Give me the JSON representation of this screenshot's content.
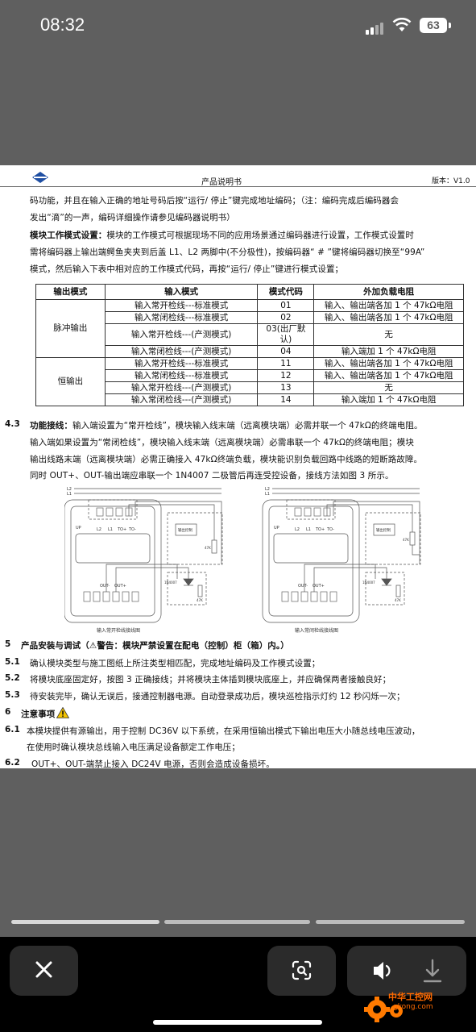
{
  "status_bar": {
    "time": "08:32",
    "battery": "63"
  },
  "doc": {
    "header_title": "产品说明书",
    "header_version": "版本：V1.0",
    "lines": [
      "码功能，并且在输入正确的地址号码后按“运行/ 停止”键完成地址编码；（注：编码完成后编码器会",
      "发出“滴”的一声，编码详细操作请参见编码器说明书）",
      "的工作模式可根据现场不同的应用场景通过编码器进行设置，工作模式设置时",
      "需将编码器上输出端鳄鱼夹夹到后盖 L1、L2 两脚中(不分极性)，按编码器“ # ”键将编码器切换至“99A”",
      "模式，然后输入下表中相对应的工作模式代码，再按“运行/ 停止”键进行模式设置；"
    ],
    "mode_heading": "模块工作模式设置：",
    "mode_lead": "模块",
    "table": {
      "headers": [
        "输出模式",
        "输入模式",
        "模式代码",
        "外加负载电阻"
      ],
      "groups": [
        {
          "output": "脉冲输出",
          "rows": [
            {
              "input": "输入常开检线---标准模式",
              "code": "01",
              "resistor": "输入、输出端各加 1 个 47kΩ电阻"
            },
            {
              "input": "输入常闭检线---标准模式",
              "code": "02",
              "resistor": "输入、输出端各加 1 个 47kΩ电阻"
            },
            {
              "input": "输入常开检线---(产测模式)",
              "code": "03(出厂默认)",
              "resistor": "无"
            },
            {
              "input": "输入常闭检线---(产测模式)",
              "code": "04",
              "resistor": "输入端加 1 个 47kΩ电阻"
            }
          ]
        },
        {
          "output": "恒输出",
          "rows": [
            {
              "input": "输入常开检线---标准模式",
              "code": "11",
              "resistor": "输入、输出端各加 1 个 47kΩ电阻"
            },
            {
              "input": "输入常闭检线---标准模式",
              "code": "12",
              "resistor": "输入、输出端各加 1 个 47kΩ电阻"
            },
            {
              "input": "输入常开检线---(产测模式)",
              "code": "13",
              "resistor": "无"
            },
            {
              "input": "输入常闭检线---(产测模式)",
              "code": "14",
              "resistor": "输入端加 1 个 47kΩ电阻"
            }
          ]
        }
      ]
    },
    "s43": {
      "num": "4.3",
      "heading": "功能接线：",
      "lines": [
        "输入端设置为“常开检线”，模块输入线末端（远离模块端）必需并联一个 47kΩ的终端电阻。",
        "输入端如果设置为“常闭检线”，模块输入线末端（远离模块端）必需串联一个 47kΩ的终端电阻；模块",
        "输出线路末端（远离模块端）必需正确接入 47kΩ终端负载，模块能识别负载回路中线路的短断路故障。",
        "同时 OUT+、OUT-输出端应串联一个 1N4007 二极管后再连受控设备，接线方法如图 3 所示。"
      ]
    },
    "diagram": {
      "left_caption": "输入常开检线接线图",
      "right_caption": "输入常闭检线接线图",
      "l2": "L2",
      "l1": "L1",
      "terminals_top": [
        "L2",
        "L1",
        "TO+",
        "TO-"
      ],
      "terminals_bottom": [
        "OUT-",
        "OUT+"
      ],
      "out_ctrl": "输出控制",
      "res": "47K",
      "diode": "1N4007",
      "up": "UP"
    },
    "s5": {
      "num": "5",
      "heading": "产品安装与调试（⚠警告：模块严禁设置在配电（控制）柜（箱）内。）",
      "items": [
        {
          "num": "5.1",
          "text": "确认模块类型与施工图纸上所注类型相匹配，完成地址编码及工作模式设置；"
        },
        {
          "num": "5.2",
          "text": "将模块底座固定好，按图 3 正确接线；并将模块主体插到模块底座上，并应确保两者接触良好；"
        },
        {
          "num": "5.3",
          "text": "待安装完毕，确认无误后，接通控制器电源。自动登录成功后，模块巡检指示灯约 12 秒闪烁一次；"
        }
      ]
    },
    "s6": {
      "num": "6",
      "heading": "注意事项",
      "items": [
        {
          "num": "6.1",
          "lines": [
            "本模块提供有源输出，用于控制 DC36V 以下系统，在采用恒输出模式下输出电压大小随总线电压波动，",
            "在使用时确认模块总线输入电压满足设备额定工作电压；"
          ]
        },
        {
          "num": "6.2",
          "lines": [
            "OUT+、OUT-端禁止接入 DC24V 电源，否则会造成设备损坏。"
          ]
        }
      ]
    }
  },
  "watermark": {
    "text": "中华工控网",
    "url": "gkong.com"
  },
  "colors": {
    "accent": "#ff6a00",
    "warning": "#f2c200"
  }
}
